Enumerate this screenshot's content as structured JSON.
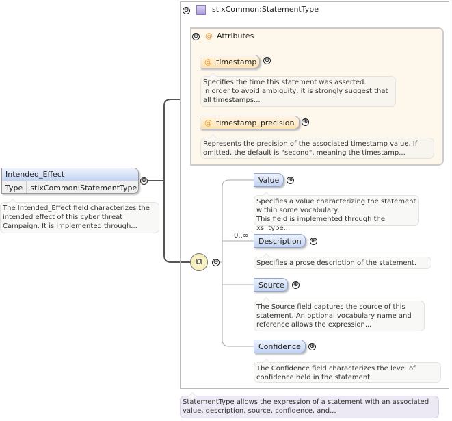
{
  "element": {
    "name": "Intended_Effect",
    "type_label": "Type",
    "type_value": "stixCommon:StatementType",
    "doc": "The Intended_Effect field characterizes the intended effect of this cyber threat Campaign. It is implemented through..."
  },
  "complex_type": {
    "name": "stixCommon:StatementType",
    "doc": "StatementType allows the expression of a statement with an associated value, description, source, confidence, and..."
  },
  "attributes": {
    "label": "Attributes",
    "items": [
      {
        "name": "timestamp",
        "doc": "Specifies the time this statement was asserted.\nIn order to avoid ambiguity, it is strongly suggest that all timestamps..."
      },
      {
        "name": "timestamp_precision",
        "doc": "Represents the precision of the associated timestamp value. If omitted, the default is \"second\", meaning the timestamp..."
      }
    ]
  },
  "sequence": {
    "cardinality": "0..∞",
    "items": [
      {
        "name": "Value",
        "doc": "Specifies a value characterizing the statement within some vocabulary.\nThis field is implemented through the xsi:type..."
      },
      {
        "name": "Description",
        "doc": "Specifies a prose description of the statement."
      },
      {
        "name": "Source",
        "doc": "The Source field captures the source of this statement. An optional vocabulary name and reference allows the expression..."
      },
      {
        "name": "Confidence",
        "doc": "The Confidence field characterizes the level of confidence held in the statement."
      }
    ]
  },
  "icons": {
    "collapse": "⊖",
    "expand": "⊕",
    "attribute": "@"
  }
}
